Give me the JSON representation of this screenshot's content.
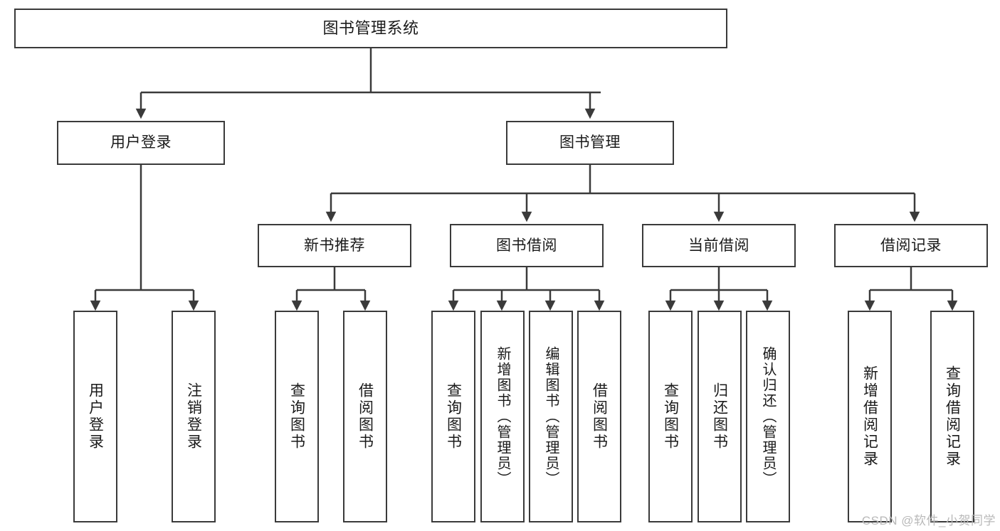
{
  "diagram": {
    "title": "图书管理系统",
    "watermark": "CSDN @软件_小贺同学",
    "stroke_color": "#3a3a3a",
    "text_color": "#1a1a1a",
    "background_color": "#ffffff",
    "watermark_color": "#b9b9b9",
    "type": "tree-hierarchy",
    "levels": 4
  },
  "nodes": {
    "root": {
      "label": "图书管理系统"
    },
    "level2": [
      {
        "label": "用户登录"
      },
      {
        "label": "图书管理"
      }
    ],
    "level3": [
      {
        "label": "新书推荐"
      },
      {
        "label": "图书借阅"
      },
      {
        "label": "当前借阅"
      },
      {
        "label": "借阅记录"
      }
    ],
    "leaves": {
      "user_login": [
        {
          "label": "用户登录"
        },
        {
          "label": "注销登录"
        }
      ],
      "new_book_recommend": [
        {
          "label": "查询图书"
        },
        {
          "label": "借阅图书"
        }
      ],
      "book_borrow": [
        {
          "label": "查询图书"
        },
        {
          "label": "新增图书（管理员）"
        },
        {
          "label": "编辑图书（管理员）"
        },
        {
          "label": "借阅图书"
        }
      ],
      "current_borrow": [
        {
          "label": "查询图书"
        },
        {
          "label": "归还图书"
        },
        {
          "label": "确认归还（管理员）"
        }
      ],
      "borrow_record": [
        {
          "label": "新增借阅记录"
        },
        {
          "label": "查询借阅记录"
        }
      ]
    }
  }
}
